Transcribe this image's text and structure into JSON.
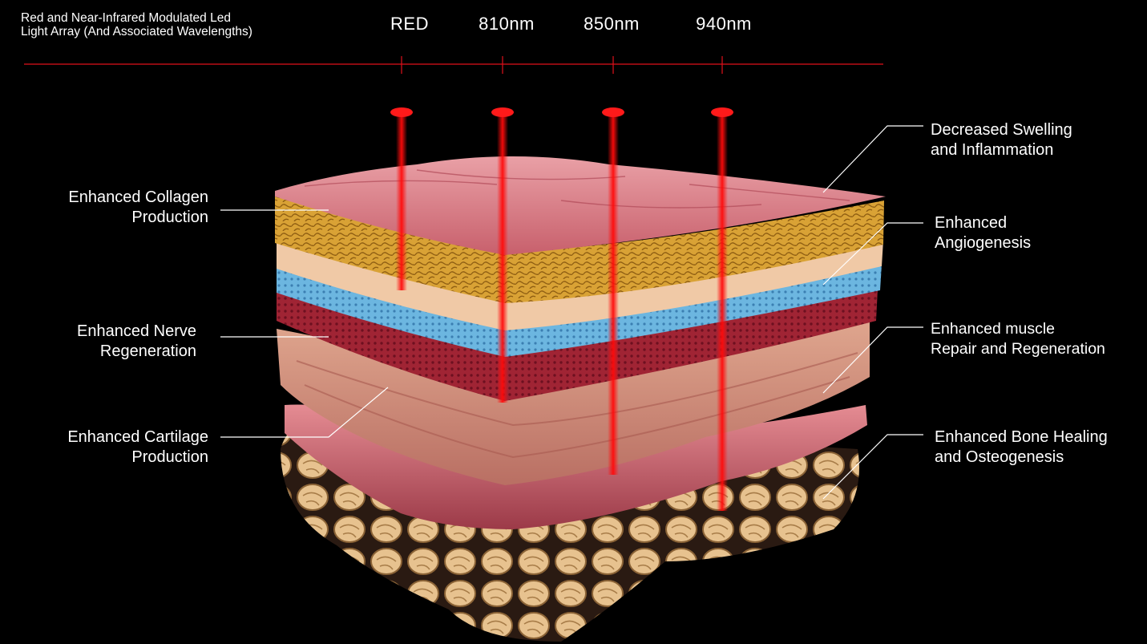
{
  "header": {
    "title_line1": "Red and Near-Infrared Modulated Led",
    "title_line2": "Light Array (And Associated Wavelengths)",
    "wavelengths": [
      "RED",
      "810nm",
      "850nm",
      "940nm"
    ]
  },
  "left_labels": [
    {
      "line1": "Enhanced Collagen",
      "line2": "Production"
    },
    {
      "line1": "Enhanced Nerve",
      "line2": "Regeneration"
    },
    {
      "line1": "Enhanced Cartilage",
      "line2": "Production"
    }
  ],
  "right_labels": [
    {
      "line1": "Decreased Swelling",
      "line2": "and Inflammation"
    },
    {
      "line1": "Enhanced",
      "line2": "Angiogenesis"
    },
    {
      "line1": "Enhanced muscle",
      "line2": "Repair and Regeneration"
    },
    {
      "line1": "Enhanced Bone Healing",
      "line2": "and Osteogenesis"
    }
  ],
  "colors": {
    "accent_red": "#e0101a",
    "background": "#000000",
    "text": "#ffffff"
  }
}
